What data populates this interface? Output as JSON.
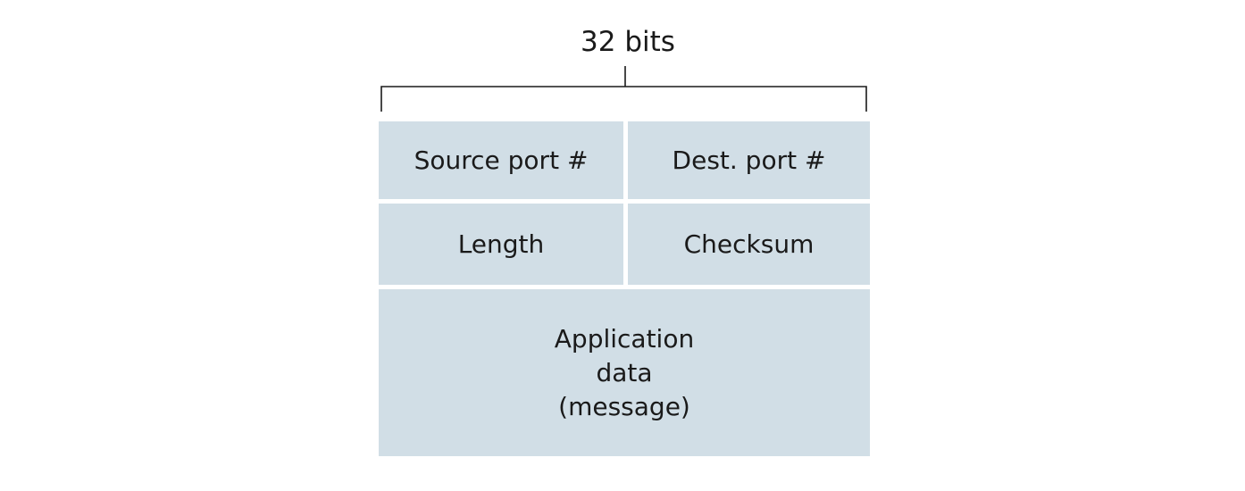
{
  "width_label": "32 bits",
  "colors": {
    "field_fill": "#d1dee6",
    "divider": "#ffffff",
    "line": "#1a1a1a"
  },
  "fields": {
    "source_port": "Source port #",
    "dest_port": "Dest. port #",
    "length": "Length",
    "checksum": "Checksum",
    "data_lines": [
      "Application",
      "data",
      "(message)"
    ]
  }
}
